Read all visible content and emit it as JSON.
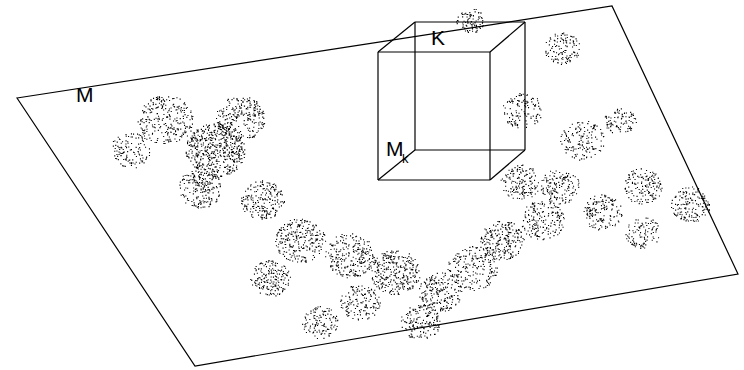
{
  "diagram": {
    "labels": [
      "M",
      "K",
      "M",
      "k"
    ]
  }
}
